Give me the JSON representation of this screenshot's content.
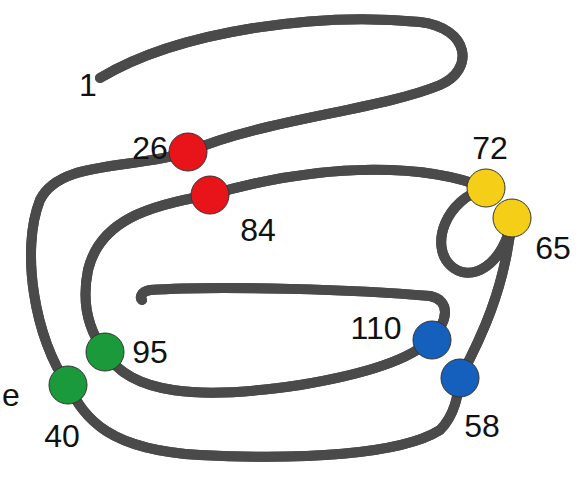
{
  "diagram": {
    "labels": [
      "1",
      "26",
      "84",
      "72",
      "65",
      "110",
      "95",
      "40",
      "58",
      "e"
    ]
  }
}
